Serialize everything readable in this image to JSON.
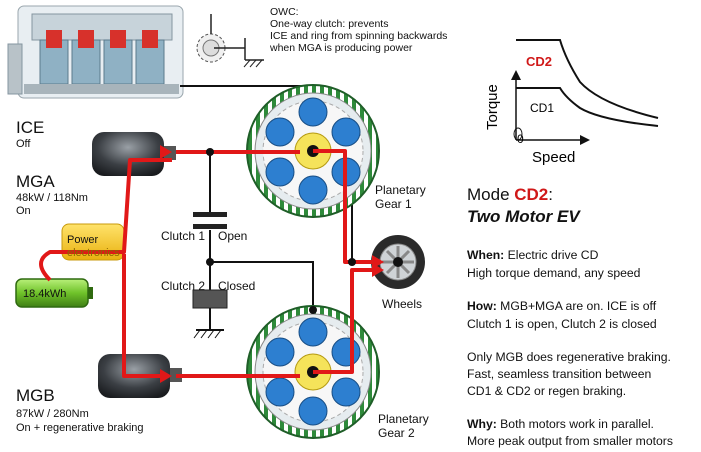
{
  "ice": {
    "title": "ICE",
    "state": "Off"
  },
  "owc": {
    "line1": "OWC:",
    "line2": "One-way clutch: prevents",
    "line3": "ICE and ring from spinning backwards",
    "line4": "when MGA is producing power"
  },
  "mga": {
    "title": "MGA",
    "spec": "48kW / 118Nm",
    "state": "On"
  },
  "mgb": {
    "title": "MGB",
    "spec": "87kW / 280Nm",
    "state": "On + regenerative braking"
  },
  "power_electronics": {
    "line1": "Power",
    "line2": "electronics"
  },
  "battery": {
    "label": "18.4kWh"
  },
  "clutch1": {
    "label": "Clutch 1",
    "state": "Open"
  },
  "clutch2": {
    "label": "Clutch 2",
    "state": "Closed"
  },
  "gear1": {
    "line1": "Planetary",
    "line2": "Gear 1"
  },
  "gear2": {
    "line1": "Planetary",
    "line2": "Gear 2"
  },
  "wheels": {
    "label": "Wheels"
  },
  "inset": {
    "y_label": "Torque",
    "x_label": "Speed",
    "curve_cd2": "CD2",
    "curve_cd1": "CD1"
  },
  "mode": {
    "prefix": "Mode ",
    "code": "CD2",
    "suffix": ":",
    "subtitle": "Two Motor EV"
  },
  "when": {
    "label": "When:",
    "line1": " Electric drive CD",
    "line2": "High torque demand, any speed"
  },
  "how": {
    "label": "How:",
    "line1": " MGB+MGA are on. ICE is off",
    "line2": "Clutch 1 is open, Clutch 2 is closed"
  },
  "regen": {
    "line1": "Only MGB does regenerative braking.",
    "line2": "Fast, seamless transition between",
    "line3": "CD1 & CD2  or regen braking."
  },
  "why": {
    "label": "Why:",
    "line1": " Both motors work in parallel.",
    "line2": "More peak output from smaller motors"
  },
  "colors": {
    "accent": "#d01818",
    "power_flow": "#e11818",
    "battery_green": "#6fc22a",
    "power_electronics_yellow": "#f3c51a",
    "gear_blue": "#2d7fd0",
    "ring_green": "#2e8a3a"
  }
}
